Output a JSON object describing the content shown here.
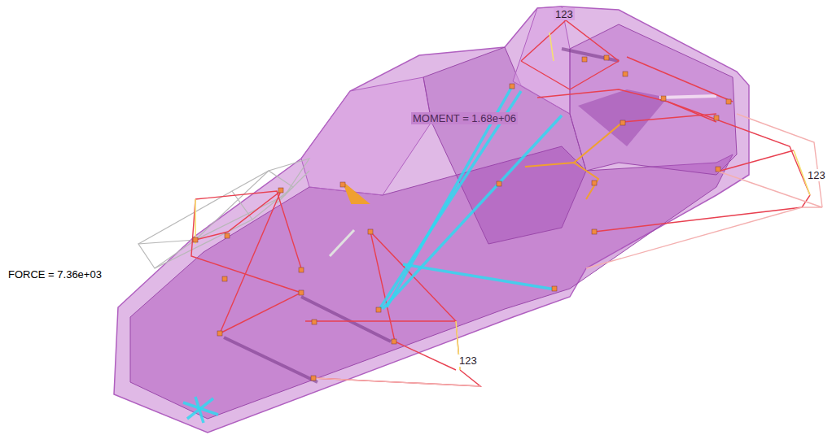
{
  "diagram": {
    "labels": [
      "MOMENT = 1.68e+06",
      "FORCE = 7.36e+03",
      "123",
      "123",
      "123"
    ]
  }
}
